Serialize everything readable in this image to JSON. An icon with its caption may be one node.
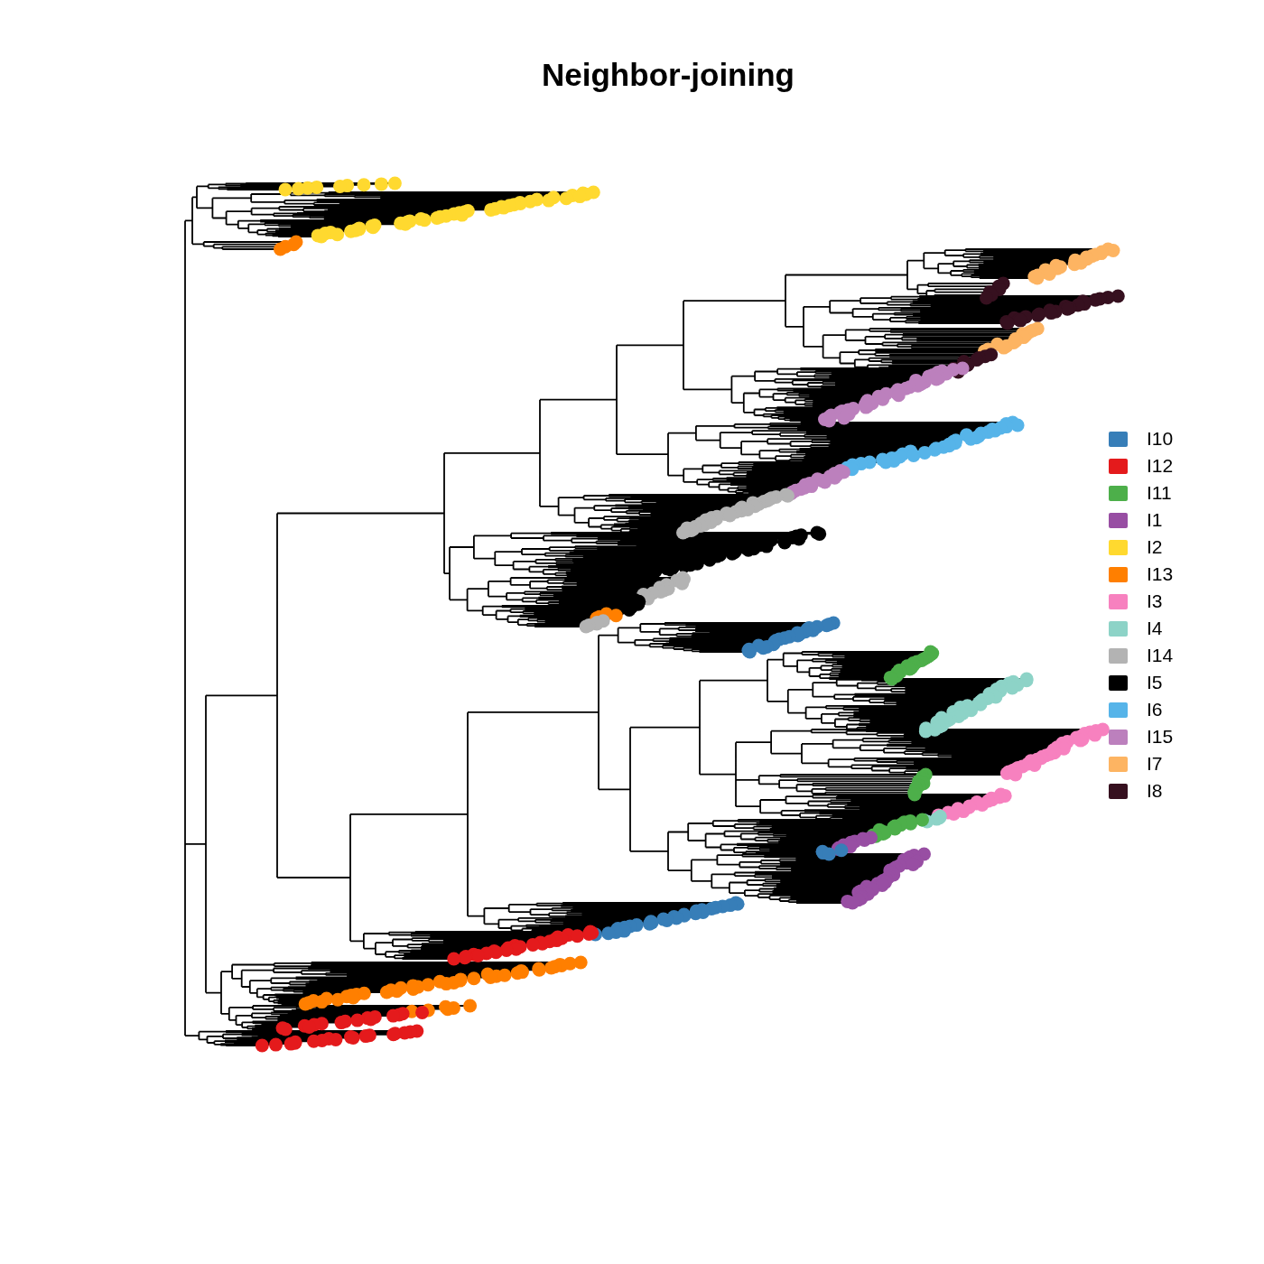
{
  "diagram": {
    "title": "Neighbor-joining",
    "legend": [
      {
        "text": "I10",
        "color": "#377eb8"
      },
      {
        "text": "I12",
        "color": "#e41a1c"
      },
      {
        "text": "I11",
        "color": "#4daf4a"
      },
      {
        "text": "I1",
        "color": "#984ea3"
      },
      {
        "text": "I2",
        "color": "#ffd92f"
      },
      {
        "text": "I13",
        "color": "#ff7f00"
      },
      {
        "text": "I3",
        "color": "#f781bf"
      },
      {
        "text": "I4",
        "color": "#8dd3c7"
      },
      {
        "text": "I14",
        "color": "#b3b3b3"
      },
      {
        "text": "I5",
        "color": "#000000"
      },
      {
        "text": "I6",
        "color": "#56b4e9"
      },
      {
        "text": "I15",
        "color": "#bc80bd"
      },
      {
        "text": "I7",
        "color": "#fdb462"
      },
      {
        "text": "I8",
        "color": "#36101f"
      }
    ]
  }
}
